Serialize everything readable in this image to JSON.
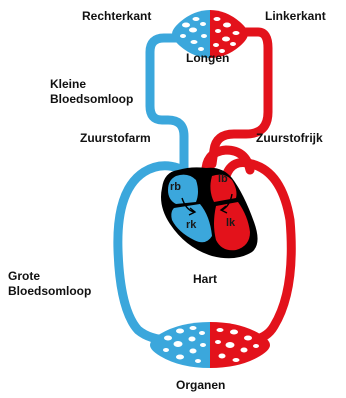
{
  "labels": {
    "right_side": "Rechterkant",
    "left_side": "Linkerkant",
    "lungs": "Longen",
    "small_circulation_line1": "Kleine",
    "small_circulation_line2": "Bloedsomloop",
    "oxygen_poor": "Zuurstofarm",
    "oxygen_rich": "Zuurstofrijk",
    "rb": "rb",
    "lb": "lb",
    "rk": "rk",
    "lk": "lk",
    "heart": "Hart",
    "large_circulation_line1": "Grote",
    "large_circulation_line2": "Bloedsomloop",
    "organs": "Organen"
  },
  "colors": {
    "oxygen_poor": "#3ba7dc",
    "oxygen_rich": "#e3121b",
    "heart_outline": "#000000",
    "background": "#ffffff"
  }
}
